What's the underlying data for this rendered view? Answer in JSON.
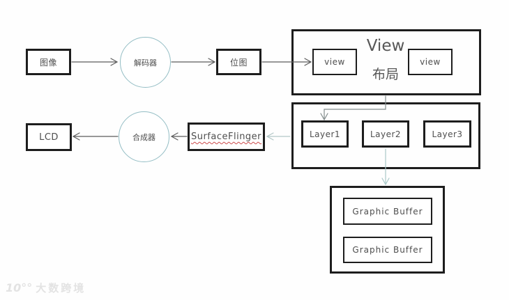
{
  "page": {
    "watermark": {
      "logo": "10°°",
      "text": "大数跨境"
    }
  },
  "colors": {
    "canvas-bg": "#fefefe",
    "box-border": "#1d1d1d",
    "circle-border": "#93bdc4",
    "arrow-dark": "#5c5c5c",
    "arrow-gray": "#828c8c",
    "arrow-light": "#b3c7c7",
    "arrow-teal": "#aac9c9",
    "label": "#4e4e4e",
    "spellcheck-underline": "#cc4b4b",
    "watermark": "#e3e3e3"
  },
  "nodes": {
    "image": {
      "label": "图像"
    },
    "decoder": {
      "label": "解码器"
    },
    "bitmap": {
      "label": "位图"
    },
    "view_group": {
      "title": "View",
      "subtitle": "布局"
    },
    "view_a": {
      "label": "view"
    },
    "view_b": {
      "label": "view"
    },
    "lcd": {
      "label": "LCD"
    },
    "compositor": {
      "label": "合成器"
    },
    "surfaceflinger": {
      "label": "SurfaceFlinger"
    },
    "layer1": {
      "label": "Layer1"
    },
    "layer2": {
      "label": "Layer2"
    },
    "layer3": {
      "label": "Layer3"
    },
    "graphic_buffer_a": {
      "label": "Graphic Buffer"
    },
    "graphic_buffer_b": {
      "label": "Graphic Buffer"
    }
  }
}
